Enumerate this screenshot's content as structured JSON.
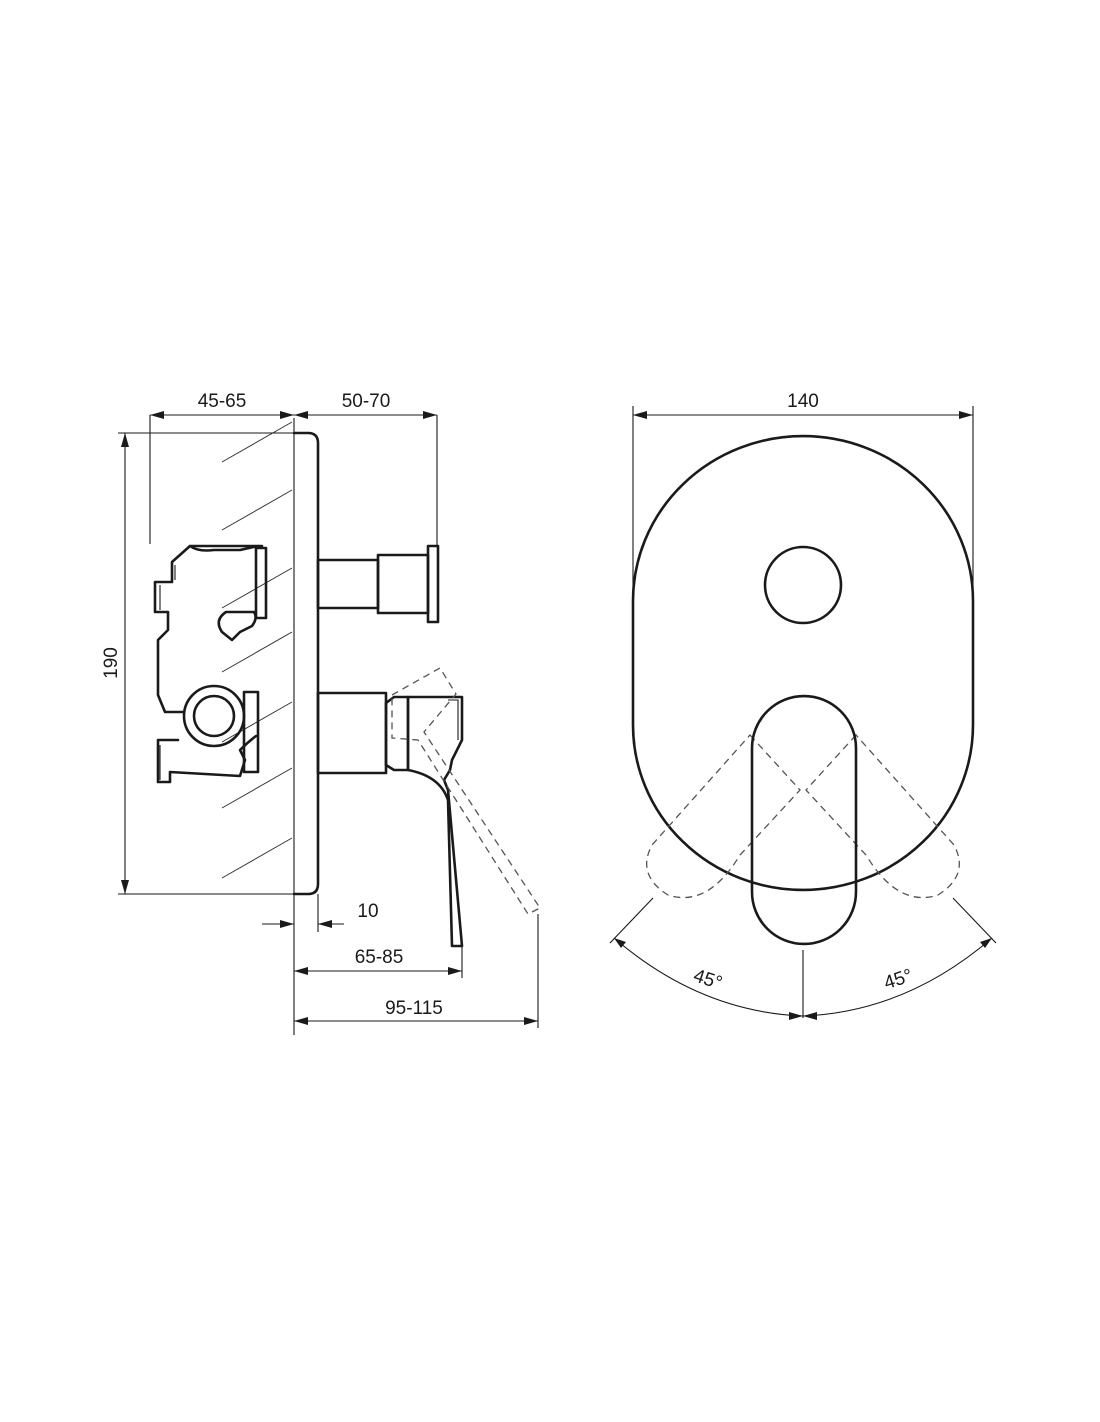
{
  "side_view": {
    "dim_depth_body": "45-65",
    "dim_depth_front": "50-70",
    "dim_height": "190",
    "dim_plate": "10",
    "dim_lever_reach": "65-85",
    "dim_total_reach": "95-115"
  },
  "front_view": {
    "dim_width": "140",
    "angle_left": "45°",
    "angle_right": "45°"
  }
}
